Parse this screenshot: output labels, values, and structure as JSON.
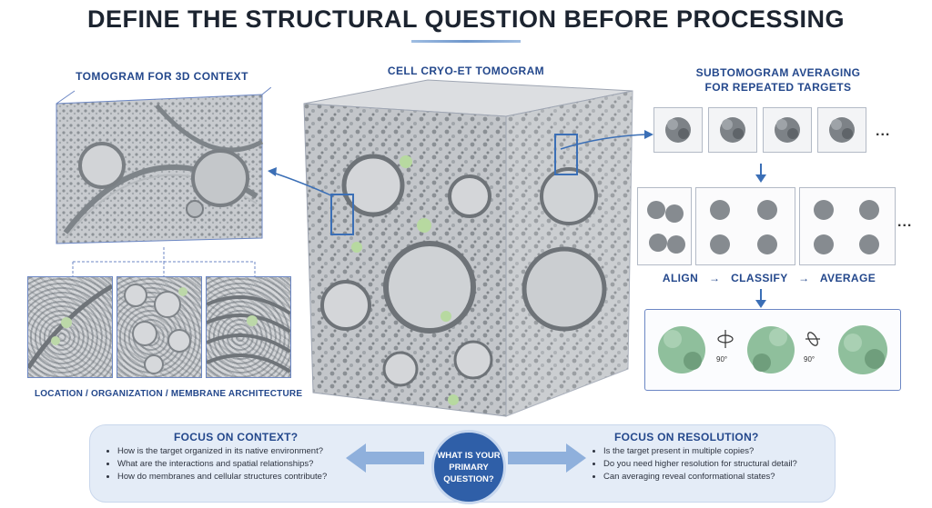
{
  "title": "DEFINE THE STRUCTURAL QUESTION BEFORE PROCESSING",
  "left": {
    "header": "TOMOGRAM FOR 3D CONTEXT",
    "caption": "LOCATION / ORGANIZATION / MEMBRANE ARCHITECTURE"
  },
  "center": {
    "header": "CELL CRYO-ET TOMOGRAM"
  },
  "right": {
    "header_line1": "SUBTOMOGRAM AVERAGING",
    "header_line2": "FOR REPEATED TARGETS",
    "ellipsis": "...",
    "pipeline": {
      "align": "ALIGN",
      "classify": "CLASSIFY",
      "average": "AVERAGE",
      "arrow": "→"
    },
    "rotation_label": "90°"
  },
  "bottom": {
    "context": {
      "heading": "FOCUS ON CONTEXT?",
      "bullets": [
        "How is the target organized in its native environment?",
        "What are the interactions and spatial relationships?",
        "How do membranes and cellular structures contribute?"
      ]
    },
    "question": {
      "line1": "WHAT IS YOUR",
      "line2": "PRIMARY",
      "line3": "QUESTION?"
    },
    "resolution": {
      "heading": "FOCUS ON RESOLUTION?",
      "bullets": [
        "Is the target present in multiple copies?",
        "Do you need higher resolution for structural detail?",
        "Can averaging reveal conformational states?"
      ]
    }
  },
  "colors": {
    "accent": "#24488c",
    "arrow": "#3b6fb6",
    "protein": "#8fbf9c",
    "panel_bg": "#e4ecf7",
    "question_circle": "#2f5fa8"
  }
}
